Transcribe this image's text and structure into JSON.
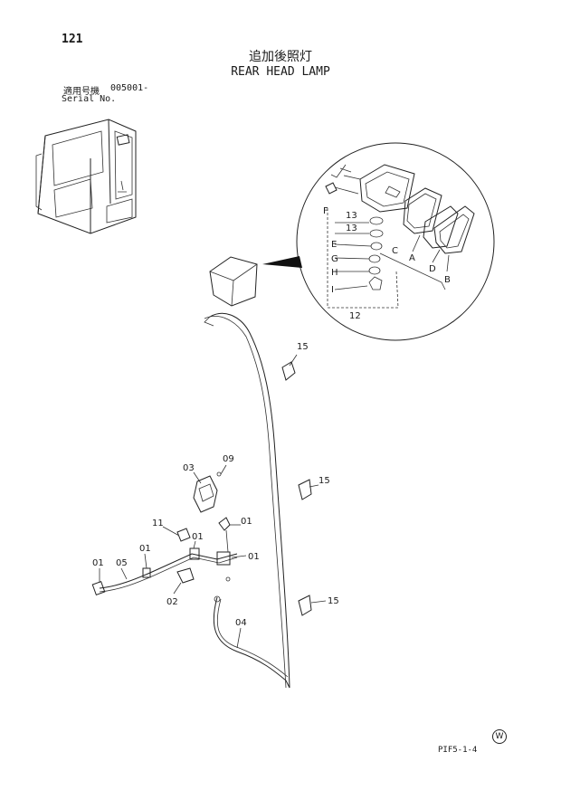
{
  "page": {
    "number": "121",
    "title_jp": "追加後照灯",
    "title_en": "REAR HEAD LAMP",
    "serial_label_jp": "適用号機",
    "serial_value": "005001-",
    "serial_label_en": "Serial No.",
    "footer_code": "PIF5-1-4",
    "mark": "W"
  },
  "callouts": {
    "inset": {
      "n13a": "13",
      "n13b": "13",
      "E": "E",
      "G": "G",
      "H": "H",
      "I": "I",
      "F": "F",
      "C": "C",
      "A": "A",
      "D": "D",
      "B": "B",
      "n12": "12"
    },
    "main": {
      "n15a": "15",
      "n15b": "15",
      "n15c": "15",
      "n03": "03",
      "n09": "09",
      "n11": "11",
      "n01a": "01",
      "n01b": "01",
      "n01c": "01",
      "n01d": "01",
      "n01e": "01",
      "n05": "05",
      "n02": "02",
      "n04": "04"
    }
  }
}
